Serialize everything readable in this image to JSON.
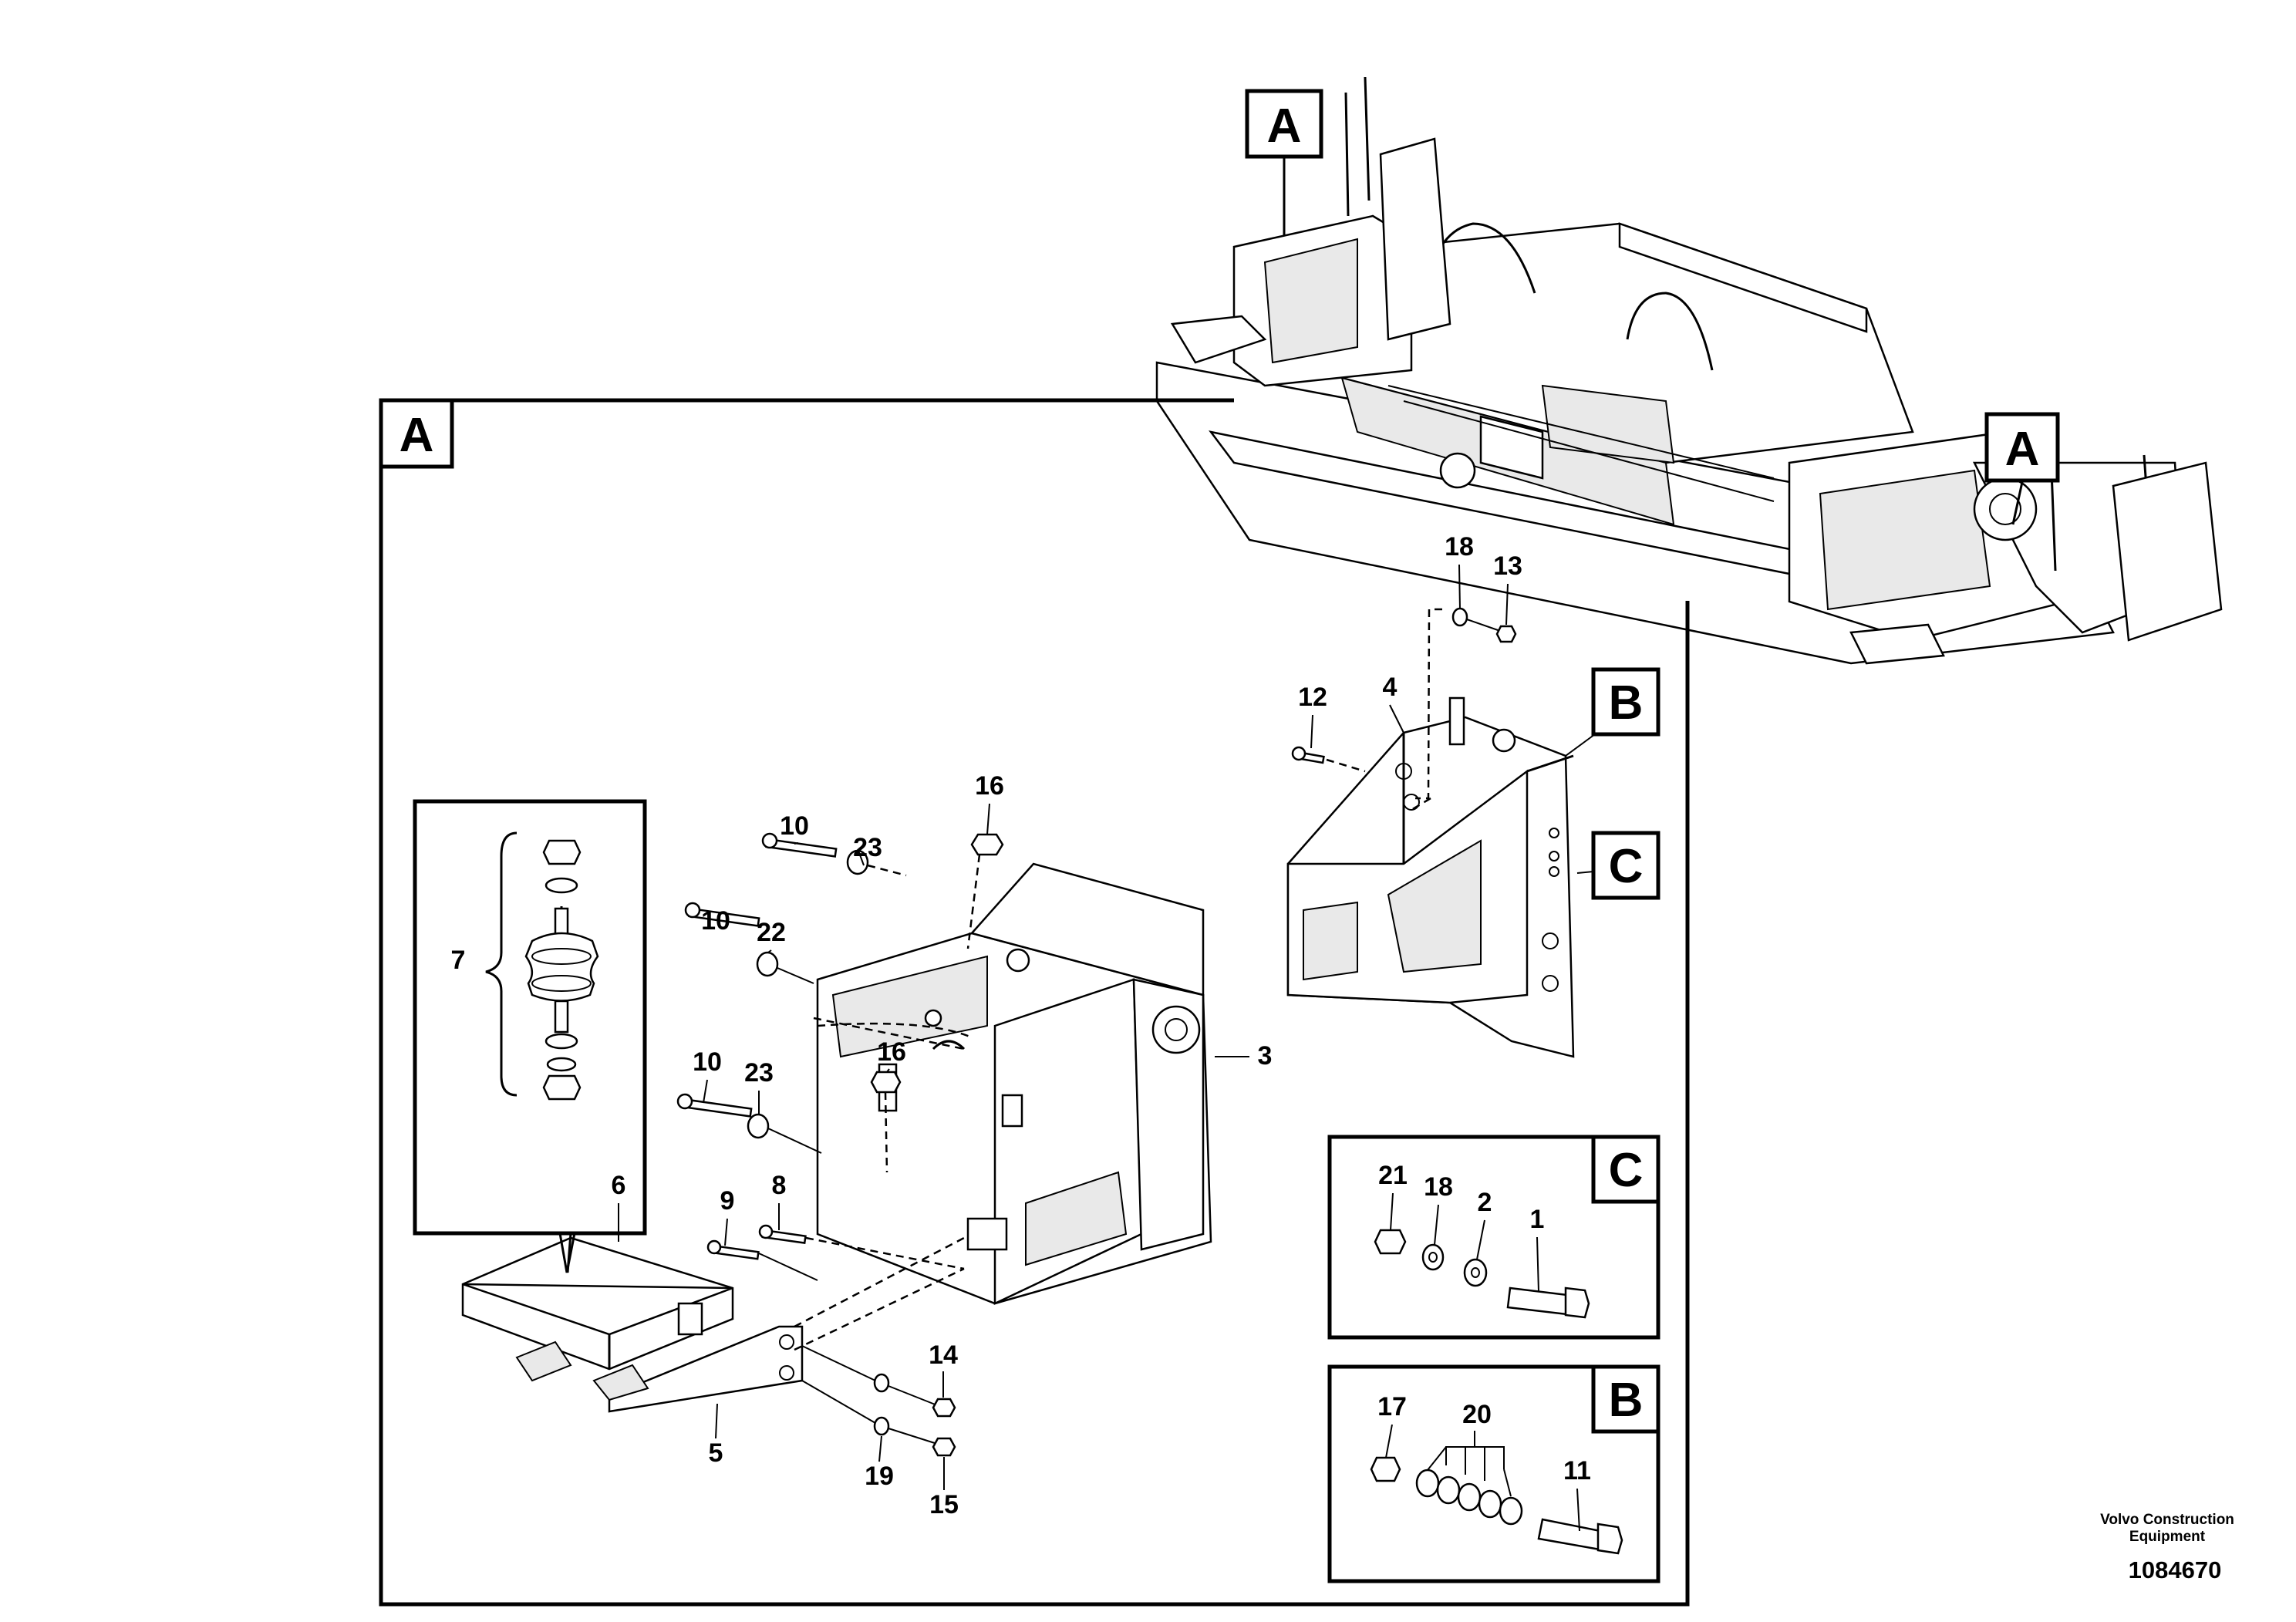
{
  "callouts": {
    "A": "A",
    "B": "B",
    "C": "C"
  },
  "parts": [
    "1",
    "2",
    "3",
    "4",
    "5",
    "6",
    "7",
    "8",
    "9",
    "10",
    "11",
    "12",
    "13",
    "14",
    "15",
    "16",
    "17",
    "18",
    "19",
    "20",
    "21",
    "22",
    "23"
  ],
  "footer": {
    "credit_line1": "Volvo Construction",
    "credit_line2": "Equipment",
    "doc_number": "1084670"
  }
}
